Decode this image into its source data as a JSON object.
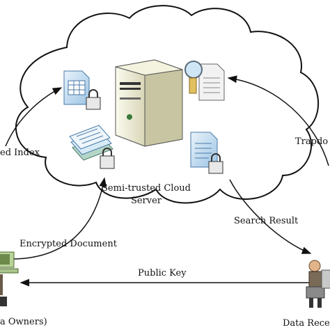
{
  "cloud": {
    "label_line1": "Semi-trusted Cloud",
    "label_line2": "Server"
  },
  "edges": {
    "encrypted_index": "ed Index",
    "trapdoor": "Trapdo",
    "search_result": "Search Result",
    "encrypted_document": "Encrypted Document",
    "public_key": "Public Key"
  },
  "actors": {
    "data_owners": "a Owners)",
    "data_receiver": "Data Rece"
  },
  "icons": {
    "server": "server-tower-icon",
    "encrypted_index_doc": "table-document-lock-icon",
    "encrypted_docs_stack": "document-stack-lock-icon",
    "trapdoor_query_doc": "magnifier-document-icon",
    "search_result_doc": "document-lock-icon",
    "data_owners_person": "person-at-computer-icon",
    "data_receiver_person": "person-at-computer-icon"
  },
  "colors": {
    "cloud_fill": "#ffffff",
    "cloud_stroke": "#111111",
    "doc_blue": "#cfe3f3",
    "server_body": "#efeed8"
  }
}
